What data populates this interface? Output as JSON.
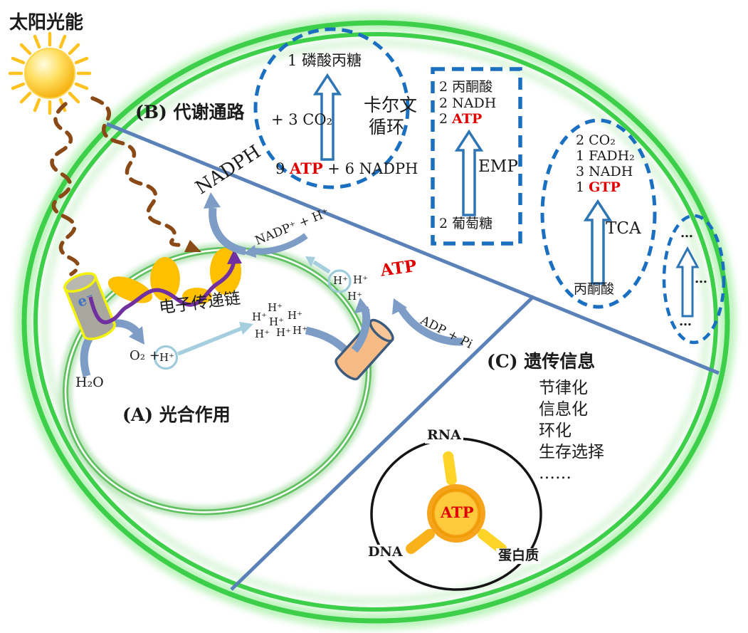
{
  "colors": {
    "membrane_green": "#3ecf4a",
    "chloroplast_green": "#56bd56",
    "dashed_blue": "#1b6fc0",
    "divider_blue": "#5b82b8",
    "steel_arrow_blue": "#7d9cc6",
    "light_blue": "#a5cede",
    "purple": "#7030a0",
    "complex_orange": "#ffc000",
    "synthase_tan": "#f6ba84",
    "highlight_red": "#e00000",
    "photon_brown": "#8a4a17",
    "sun_yellow": "#ffc21e"
  },
  "sun": {
    "label": "太阳光能"
  },
  "section_a": {
    "title": "(A) 光合作用",
    "etc_label": "电子传递链",
    "electron": "e⁻",
    "water": "H₂O",
    "oxygen_prefix": "O₂ +",
    "h_plus": "H⁺",
    "nadph": "NADPH",
    "nadp_h": "NADP⁺ + H⁺",
    "atp": "ATP",
    "adp_pi": "ADP + Pi"
  },
  "section_b": {
    "title": "(B) 代谢通路",
    "calvin": {
      "output": "1 磷酸丙糖",
      "co2": "+ 3 CO₂",
      "name_line1": "卡尔文",
      "name_line2": "循环",
      "input_prefix": "9 ",
      "input_highlight": "ATP",
      "input_suffix": " + 6 NADPH"
    },
    "emp": {
      "output_1": "2 丙酮酸",
      "output_2": "2 NADH",
      "output_3_prefix": "2 ",
      "output_3_highlight": "ATP",
      "name": "EMP",
      "input": "2 葡萄糖"
    },
    "tca": {
      "output_1": "2 CO₂",
      "output_2": "1 FADH₂",
      "output_3": "3 NADH",
      "output_4_prefix": "1 ",
      "output_4_highlight": "GTP",
      "name": "TCA",
      "input": "丙酮酸"
    },
    "more": {
      "dot_top": "…",
      "dot_mid": "…",
      "dot_bottom": "…"
    }
  },
  "section_c": {
    "title": "(C) 遗传信息",
    "items": [
      "节律化",
      "信息化",
      "环化",
      "生存选择",
      "……"
    ],
    "rna": "RNA",
    "dna": "DNA",
    "protein": "蛋白质",
    "atp": "ATP"
  }
}
